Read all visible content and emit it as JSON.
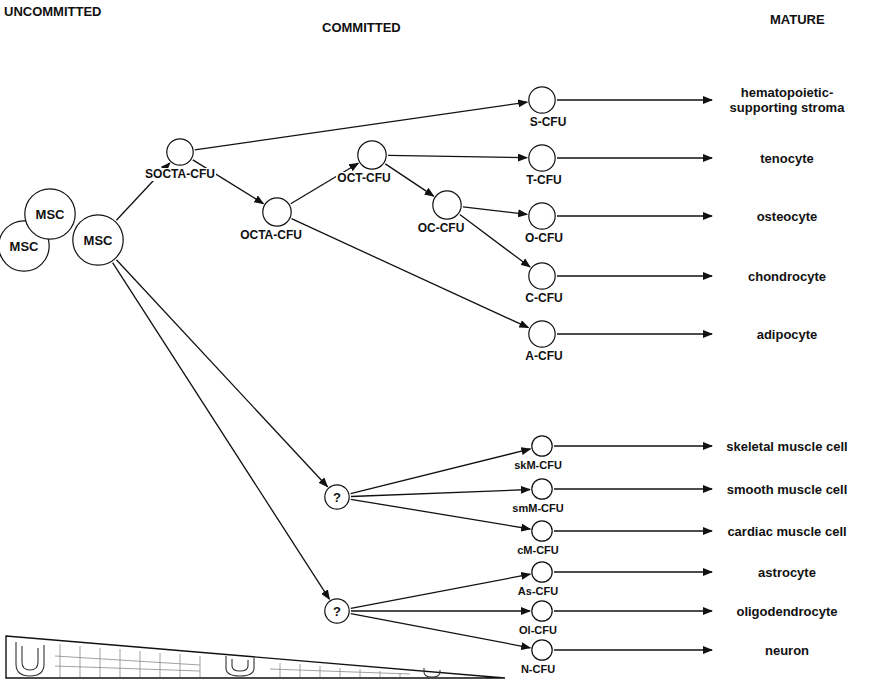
{
  "diagram": {
    "nodes": [
      {
        "text": [
          "MSC"
        ]
      },
      {
        "text": [
          "MSC"
        ]
      },
      {
        "text": [
          "MSC"
        ]
      },
      {
        "text": [
          "SOCTA-CFU"
        ]
      },
      {
        "text": [
          "OCTA-CFU"
        ]
      },
      {
        "text": [
          "OCT-CFU"
        ]
      },
      {
        "text": [
          "OC-CFU"
        ]
      },
      {
        "text": [
          "S-CFU"
        ]
      },
      {
        "text": [
          "T-CFU"
        ]
      },
      {
        "text": [
          "O-CFU"
        ]
      },
      {
        "text": [
          "C-CFU"
        ]
      },
      {
        "text": [
          "A-CFU"
        ]
      },
      {
        "text": [
          "?"
        ]
      },
      {
        "text": [
          "?"
        ]
      },
      {
        "text": [
          "skM-CFU"
        ]
      },
      {
        "text": [
          "smM-CFU"
        ]
      },
      {
        "text": [
          "cM-CFU"
        ]
      },
      {
        "text": [
          "As-CFU"
        ]
      },
      {
        "text": [
          "Ol-CFU"
        ]
      },
      {
        "text": [
          "N-CFU"
        ]
      },
      {
        "text": [
          "hematopoietic-supporting stroma"
        ]
      },
      {
        "text": [
          "tenocyte"
        ]
      },
      {
        "text": [
          "osteocyte"
        ]
      },
      {
        "text": [
          "chondrocyte"
        ]
      },
      {
        "text": [
          "adipocyte"
        ]
      },
      {
        "text": [
          "skeletal muscle cell"
        ]
      },
      {
        "text": [
          "smooth muscle cell"
        ]
      },
      {
        "text": [
          "cardiac muscle cell"
        ]
      },
      {
        "text": [
          "astrocyte"
        ]
      },
      {
        "text": [
          "oligodendrocyte"
        ]
      },
      {
        "text": [
          "neuron"
        ]
      }
    ],
    "edges": [
      {
        "from": 2,
        "to": 3,
        "arrow": "to"
      },
      {
        "from": 2,
        "to": 12,
        "arrow": "to"
      },
      {
        "from": 2,
        "to": 13,
        "arrow": "to"
      },
      {
        "from": 3,
        "to": 7,
        "arrow": "to"
      },
      {
        "from": 3,
        "to": 4,
        "arrow": "to"
      },
      {
        "from": 4,
        "to": 5,
        "arrow": "to"
      },
      {
        "from": 4,
        "to": 11,
        "arrow": "to"
      },
      {
        "from": 5,
        "to": 8,
        "arrow": "to"
      },
      {
        "from": 5,
        "to": 6,
        "arrow": "to"
      },
      {
        "from": 6,
        "to": 9,
        "arrow": "to"
      },
      {
        "from": 6,
        "to": 10,
        "arrow": "to"
      },
      {
        "from": 12,
        "to": 14,
        "arrow": "to"
      },
      {
        "from": 12,
        "to": 15,
        "arrow": "to"
      },
      {
        "from": 12,
        "to": 16,
        "arrow": "to"
      },
      {
        "from": 13,
        "to": 17,
        "arrow": "to"
      },
      {
        "from": 13,
        "to": 18,
        "arrow": "to"
      },
      {
        "from": 13,
        "to": 19,
        "arrow": "to"
      },
      {
        "from": 7,
        "to": 20,
        "arrow": "to"
      },
      {
        "from": 8,
        "to": 21,
        "arrow": "to"
      },
      {
        "from": 9,
        "to": 22,
        "arrow": "to"
      },
      {
        "from": 10,
        "to": 23,
        "arrow": "to"
      },
      {
        "from": 11,
        "to": 24,
        "arrow": "to"
      },
      {
        "from": 14,
        "to": 25,
        "arrow": "to"
      },
      {
        "from": 15,
        "to": 26,
        "arrow": "to"
      },
      {
        "from": 16,
        "to": 27,
        "arrow": "to"
      },
      {
        "from": 17,
        "to": 28,
        "arrow": "to"
      },
      {
        "from": 18,
        "to": 29,
        "arrow": "to"
      },
      {
        "from": 19,
        "to": 30,
        "arrow": "to"
      }
    ],
    "labels": [
      "UNCOMMITTED",
      "COMMITTED",
      "MATURE"
    ]
  }
}
